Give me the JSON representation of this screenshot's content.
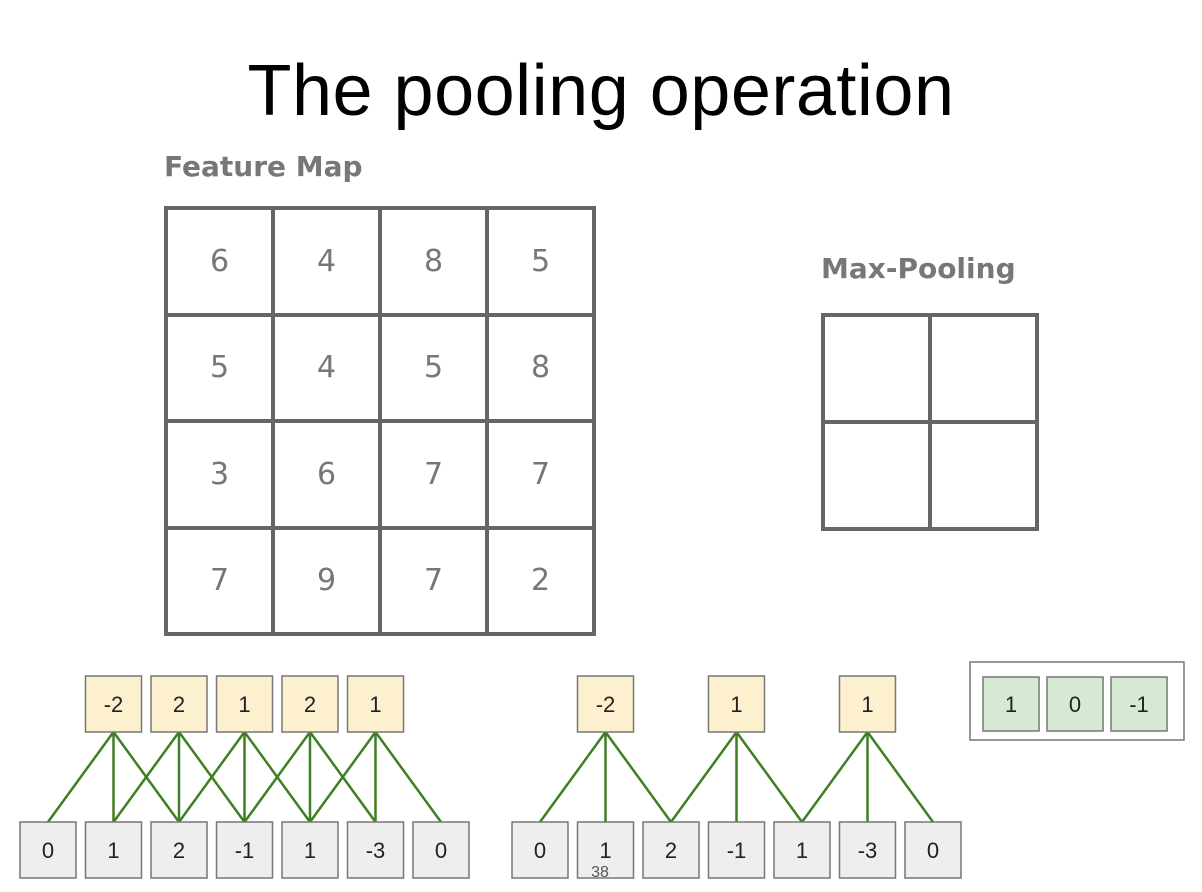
{
  "title": "The pooling operation",
  "feature_map": {
    "label": "Feature Map",
    "rows": [
      [
        "6",
        "4",
        "8",
        "5"
      ],
      [
        "5",
        "4",
        "5",
        "8"
      ],
      [
        "3",
        "6",
        "7",
        "7"
      ],
      [
        "7",
        "9",
        "7",
        "2"
      ]
    ]
  },
  "max_pooling": {
    "label": "Max-Pooling",
    "rows": [
      [
        "",
        ""
      ],
      [
        "",
        ""
      ]
    ]
  },
  "conv_stride1": {
    "input": [
      "0",
      "1",
      "2",
      "-1",
      "1",
      "-3",
      "0"
    ],
    "output": [
      "-2",
      "2",
      "1",
      "2",
      "1"
    ]
  },
  "conv_stride2": {
    "input": [
      "0",
      "1",
      "2",
      "-1",
      "1",
      "-3",
      "0"
    ],
    "output": [
      "-2",
      "1",
      "1"
    ]
  },
  "kernel": [
    "1",
    "0",
    "-1"
  ],
  "page_number": "38",
  "colors": {
    "output_fill": "#fdf0cf",
    "kernel_fill": "#d6e9d2",
    "input_fill": "#eeeeee",
    "line": "#3f7f24",
    "grid_border": "#666666"
  }
}
